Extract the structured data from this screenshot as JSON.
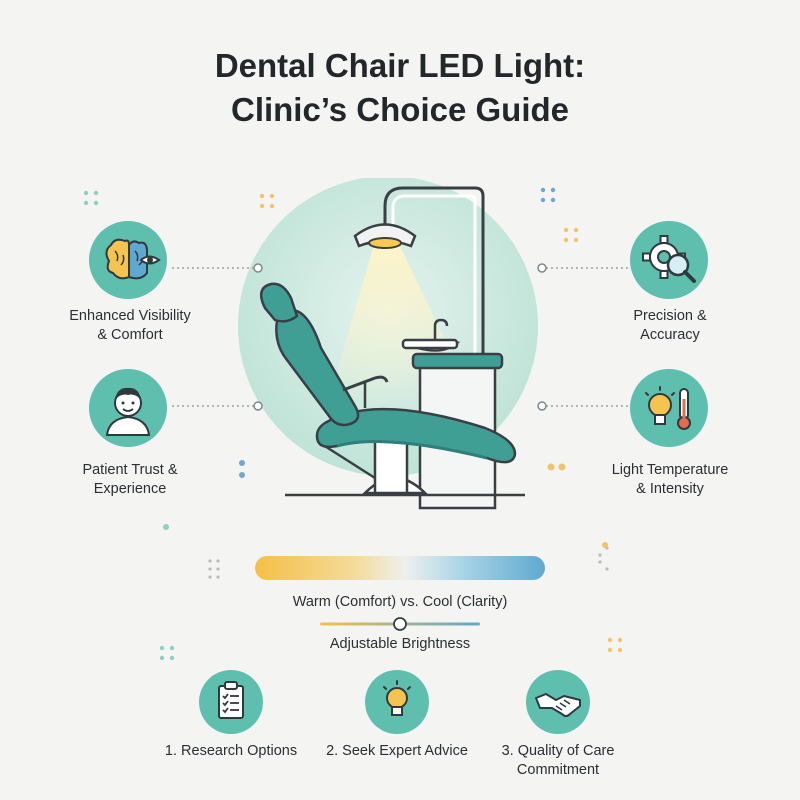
{
  "title": {
    "line1": "Dental Chair LED Light:",
    "line2": "Clinic’s Choice Guide"
  },
  "features": {
    "left_top": {
      "line1": "Enhanced Visibility",
      "line2": "& Comfort",
      "icon": "brain-eye-icon"
    },
    "left_bottom": {
      "line1": "Patient Trust &",
      "line2": "Experience",
      "icon": "patient-face-icon"
    },
    "right_top": {
      "line1": "Precision &",
      "line2": "Accuracy",
      "icon": "gear-magnifier-icon"
    },
    "right_bottom": {
      "line1": "Light Temperature",
      "line2": "& Intensity",
      "icon": "bulb-thermometer-icon"
    }
  },
  "temperature_scale": {
    "label": "Warm (Comfort) vs. Cool (Clarity)",
    "warm_color": "#f5bf45",
    "cool_color": "#5ea9d0"
  },
  "brightness": {
    "label": "Adjustable Brightness",
    "level": 0.5
  },
  "steps": [
    {
      "line1": "1. Research Options",
      "line2": "",
      "icon": "clipboard-checklist-icon"
    },
    {
      "line1": "2. Seek Expert Advice",
      "line2": "",
      "icon": "lightbulb-icon"
    },
    {
      "line1": "3. Quality of Care",
      "line2": "Commitment",
      "icon": "handshake-icon"
    }
  ],
  "colors": {
    "accent_teal": "#5fbfae",
    "chair_teal": "#3f9f95",
    "text_dark": "#23272b"
  }
}
